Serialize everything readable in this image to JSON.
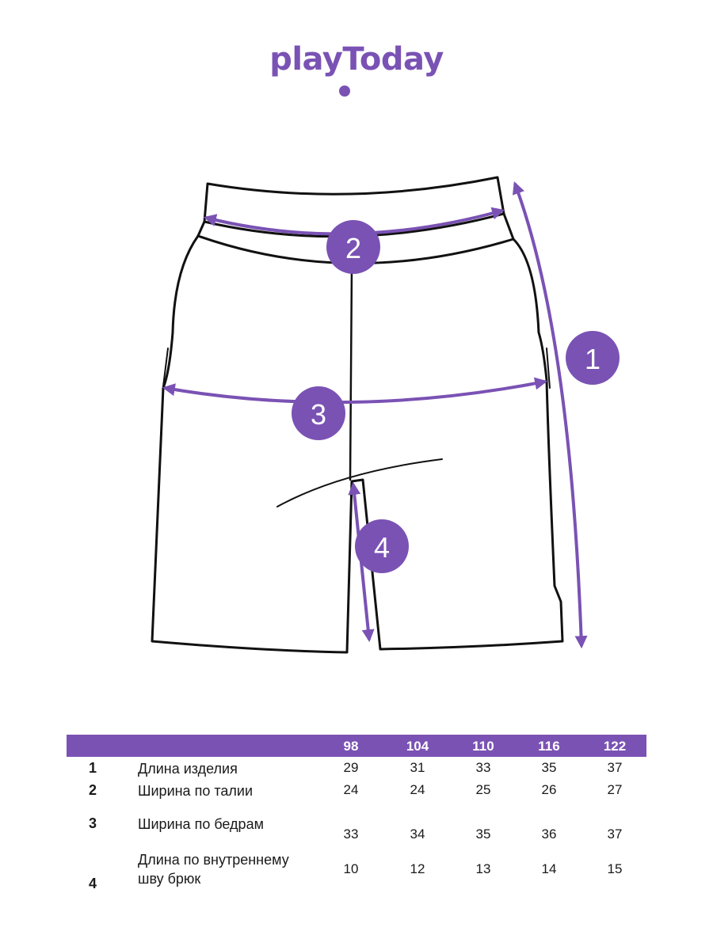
{
  "brand": {
    "name": "playToday",
    "color": "#7a52b4"
  },
  "diagram": {
    "markers": [
      {
        "label": "1",
        "measure": "length"
      },
      {
        "label": "2",
        "measure": "waist"
      },
      {
        "label": "3",
        "measure": "hips"
      },
      {
        "label": "4",
        "measure": "inseam"
      }
    ]
  },
  "table": {
    "sizes": [
      "98",
      "104",
      "110",
      "116",
      "122"
    ],
    "rows": [
      {
        "num": "1",
        "label": "Длина изделия",
        "values": [
          "29",
          "31",
          "33",
          "35",
          "37"
        ]
      },
      {
        "num": "2",
        "label": "Ширина по талии",
        "values": [
          "24",
          "24",
          "25",
          "26",
          "27"
        ]
      },
      {
        "num": "3",
        "label": "Ширина по бедрам",
        "values": [
          "33",
          "34",
          "35",
          "36",
          "37"
        ]
      },
      {
        "num": "4",
        "label": "Длина по внутреннему шву брюк",
        "values": [
          "10",
          "12",
          "13",
          "14",
          "15"
        ]
      }
    ]
  }
}
